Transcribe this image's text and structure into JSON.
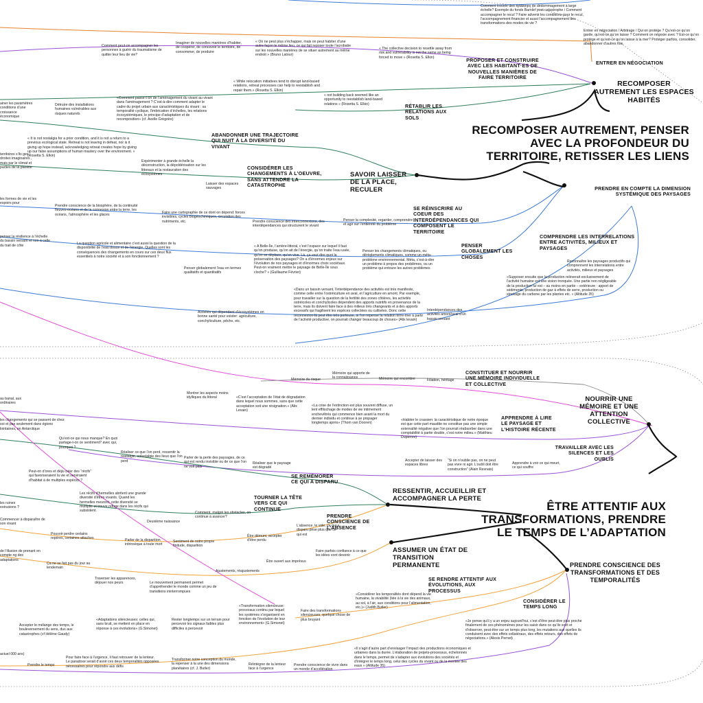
{
  "titles": {
    "recomposer": "RECOMPOSER AUTREMENT, PENSER AVEC LA PROFONDEUR DU TERRITOIRE, RETISSER LES LIENS",
    "attentif": "ÊTRE ATTENTIF AUX TRANSFORMATIONS, PRENDRE LE TEMPS DE L’ADAPTATION"
  },
  "branches": {
    "espaces": "RECOMPOSER AUTREMENT LES ESPACES HABITÉS",
    "systemique": "PRENDRE EN COMPTE LA DIMENSION SYSTÉMIQUE DES PAYSAGES",
    "savoir": "SAVOIR LAISSER DE LA PLACE, RECULER",
    "memoire": "NOURRIR UNE MÉMOIRE ET UNE ATTENTION COLLECTIVE",
    "ressentir": "RESSENTIR, ACCUEILLIR ET ACCOMPAGNER LA PERTE",
    "transition": "ASSUMER UN ÉTAT DE TRANSITION PERMANENTE",
    "conscience": "PRENDRE CONSCIENCE DES TRANSFORMATIONS ET DES TEMPORALITÉS"
  },
  "subs": {
    "negociation": "ENTRER EN NÉGOCIATION",
    "proposer": "PROPOSER ET CONSTRUIRE AVEC LES HABITANT·ES DE NOUVELLES MANIÈRES DE FAIRE TERRITOIRE",
    "retablir": "RÉTABLIR LES RELATIONS AUX SOLS",
    "abandonner": "ABANDONNER UNE TRAJECTOIRE QUI NUIT À LA DIVERSITÉ DU VIVANT",
    "considerer": "CONSIDÉRER LES CHANGEMENTS À L’OEUVRE, SANS ATTENDRE LA CATASTROPHE",
    "reinscrire": "SE RÉINSCRIRE AU COEUR DES INTERDÉPENDANCES QUI COMPOSENT LE TERRITOIRE",
    "globalement": "PENSER GLOBALEMENT LES CHOSES",
    "interrelations": "COMPRENDRE LES INTERRELATIONS ENTRE ACTIVITÉS, MILIEUX ET PAYSAGES",
    "constituer": "CONSTITUER ET NOURRIR UNE MÉMOIRE INDIVIDUELLE ET COLLECTIVE",
    "apprendre": "APPRENDRE À LIRE LE PAYSAGE ET L’HISTOIRE RÉCENTE",
    "silences": "TRAVAILLER AVEC LES SILENCES ET LES OUBLIS",
    "rememorer": "SE REMÉMORER CE QUI A DISPARU",
    "tourner": "TOURNER LA TÊTE VERS CE QUI CONTINUE",
    "absence": "PRENDRE CONSCIENCE DE L’ABSENCE",
    "evolutions": "SE RENDRE ATTENTIF AUX ÉVOLUTIONS, AUX PROCESSUS",
    "tempslong": "CONSIDÉRER LE TEMPS LONG"
  },
  "notes": {
    "n01": "Comment trouver des systèmes de dédommagement à large échelle? Exemple du fonds Barnier post catastrophe / Comment accompagner le recul ? Faire advenir les conditions pour le recul, l’accompagnement financier et aussi l’accompagnement des transformations des modes de vie ?",
    "n02": "Entrer en négociation / Arbitrage / Qui on protège ? Qu’est-ce qu’on garde, qu’est-ce qu’on laisse ? Comment on négocie avec ? Est-ce qu’on protège et qu’est-ce qu’on laisse à la mer? Protéger parfois, consolider, abandonner d’autres fois.",
    "n03": "Comment peut-on accompagner les personnes à guérir du traumatisme de quitter leur lieu de vie?",
    "n04": "Imaginer de nouvelles manières d’habiter, de coopérer, de concevoir le territoire, de consommer, de produire",
    "n05": "« On ne peut plus s’échapper, mais on peut habiter d’une autre façon le même lieu, ce qui fait reposer toute l’acrobatie sur les nouvelles manières de se situer autrement au même endroit » (Bruno Latour)",
    "n06": "« The collective decision to resettle away from risk and vulnerability is not the same as being forced to move » (Rosetta S. Elkin)",
    "n07": "« While relocation initiatives tend to disrupt land-based relations, retreat processes can help to reestablish and repair them.» (Rosetta S. Elkin)",
    "n08": "« not building back seemed like an opportunity to reestablish land-based relations » (Rosetta S. Elkin)",
    "n09": "«Comment passe-t-on de l’aménagement du vivant au vivant dans l’aménagement ? C’est-à-dire comment adapter le cadre du projet urbain aux caractéristiques du vivant : sa temporalité cyclique, l’imbrication d’échelles, les relations écosystémiques, le principe d’adaptation et de recomposition» (cf. Axelle Grégoire)",
    "n10": "Détruire des installations humaines vulnérables aux risques naturels",
    "n11": "ainer les paramètres conditions d’une croissance économique",
    "n12": "« It is not nostalgia for a prior condition, and it is not a return to a previous ecological state. Retreat is not leaving in defeat, nor is it giving up hope instead, acknowledging retreat creates hope by giving up our false assumptions of human mastery over the environment. » (Rosetta S. Elkin)",
    "n13": "Expérimenter à grande échelle la déconstruction, la dépoldérisation sur les littoraux et la restauration des écosystèmes",
    "n14": "Laisser des espaces sauvages",
    "n15": "territoires s’ils ges droites imaginaires , mais par le climat et parties de la planète",
    "n16": "les formes de vie et les espoirs pour",
    "n17": "Prendre conscience de la biosphère, de la continuité fleuves-océans et de la connexion entre la terre, les océans, l’atmosphère et les glaces",
    "n18": "Faire une cartographie de ce dont on dépend: forces invisibles, cycles biogéochimiques, circulation des nutriments, etc.",
    "n19": "Prendre conscience des interconnexions, des interdépendances qui structurent le vivant",
    "n20": "Penser la complexité, regarder, comprendre et agir sur l’entiereté du problème",
    "n21": "penser la résilience à l’échelle du bassin versant et non à celle du trait de côte",
    "n22": "La question agricole et alimentaire c’est aussi la question de la disponibilité de l’eau douce et de l’énergie. Quelles sont les conséquences des changements en cours sur ces deux flux essentiels à notre société et à son fonctionnement ?",
    "n23": "« A Belle-Île, l’arrière-littoral, c’est l’espace sur lequel il faut qu’on produise, qu’on ait de l’énergie, qu’on traite l’eau usée, qu’on se déplace, qu’on vive. Là, ça veut dire quoi la préservation des paysages? On a d’énormes enjeux sur l’évolution de nos paysages et d’énormes choix sociétaux. Peut-on vraiment mettre le paysage de Belle-Île sous cloche? » (Guillaume Février)",
    "n24": "Penser les changements climatiques, ou dérèglements climatiques, comme un méta-problème environnemental. Méta, c’est-à-dire un problème à propos des problèmes, ou un problème qui entoure les autres problèmes",
    "n25": "Penser globalement l’eau en termes qualitatifs et quantitatifs",
    "n26": "Reconnaître les paysages productifs qui comprennent les interrelations entre activités, milieux et paysages",
    "n27": "«Supposer ensuite que la production relèverait exclusivement de l’activité humaine est une vision tronquée. Une partie non négligeable de la production lui est – au moins en partie – extérieure : apport de sédiments, production de gaz à effets de serre, production ou stockage du carbone par les plantes etc. » (Altitude 35)",
    "n28": "«Dans un bassin versant, l’interdépendance des activités est très manifeste, comme celle entre l’ostréiculture en aval, et l’agriculture en amont. Par exemple, pour travailler sur la question de la fertilité des zones côtières, les activités ostréicoles et conchylicoles dépendent des apports nutritifs en provenance de la terre, mais ils doivent faire face à des milieux très changeants et à des apports excessifs qui fragilisent les espèces collectées ou cultivées. Donc cette reconnexion-là peut être très porteuse, si l’on repense la relation terre-mer à partir de l’activité productive, on pourrait changer beaucoup de choses» (Alix levain)",
    "n29": "Activités qui dépendent d’écosystèmes en bonne santé pour exister: agriculture, conchyliculture, pêche, etc.",
    "n30": "Interdépendances des activités amont/aval d’un bassin versant",
    "n31": "Mémoire du risque",
    "n32": "Mémoire qui apporte de la connaissance",
    "n33": "Mémoire qui encombre",
    "n34": "Filiation, héritage",
    "n35": "Montrer les aspects moins idylliques du littoral",
    "n36": "«C’est l’acceptation de l’état de dégradation dans lequel nous sommes, sans que cette acceptation soit une résignation.» (Alix Levain)",
    "n37": "«La crise de l’extinction est plus souvent diffuse, un lent effilochage de modes de vie intimement enchevêtrés qui commence bien avant la mort du dernier individu et continue à se propager longtemps après» (Thom van Dooren)",
    "n38": "«Habiter le crassien: la caractéristique de notre époque est que cette part maudite ne constitue pas une simple externalité négative que l’on pourrait réabsorber dans une comptabilité à partie double, c’est notre milieu.» (Matthieu Duperrex)",
    "n39": "les changements qui se passent de chez soi et pas seulement dans égions lointaines, en Antarctique",
    "n40": "Qu’est-ce qui nous manque? En quoi partage-t-on ce sentiment? avec qui, pourquoi ?",
    "n41": "Réaliser ce que l’on perd, ressentir la nostalgie, solastalgie des lieux que l’on perd",
    "n42": "Parler de la perte des paysages, de ce qui est rendu invisible ou de ce que l’on ne voit plus",
    "n43": "Réaliser que le paysage est dégradé",
    "n44": "Accepter de laisser des espaces libres",
    "n45": "“Si on n’oublie pas, on ne peut pas vivre ni agir. L’oubli doit être construction” (Alain Resnais)",
    "n46": "Apprendre à voir ce qui meurt, ce qui souffre",
    "n47": "Peut-on d’ores et déjà créer des “récifs” qui favoriseraient la vie et serviraient d’habitat à de multiples espèces ?",
    "n48": "Les récifs d’hermelles abritent une grande diversité d’êtres vivants. Quand les hermelles meurent, cette diversité se multiplie et trouve refuge dans les récifs qui subsistent.",
    "n49": "Deuxième naissance",
    "n50": "Comment, malgré les obstacles, on continue à avancer?",
    "n51": "Commencer à disparaître de son vivant",
    "n52": "Pouvoir perdre certains repères, certaines attaches",
    "n53": "Parler de la disparition intrinsèque à toute mort",
    "n54": "Sentiment de notre propre finitude, disparition",
    "n55": "Être démuni, accepter d’être perdu",
    "n56": "L’absence, le vide, ce qui a disparu pèse plus que ce qui est",
    "n57": "Être ouvert aux imprévus",
    "n58": "Faire parfois confiance à ce que les idées vont devenir",
    "n59": "Ajustements, réajustements",
    "n60": "Traverser les apparences, déjouer nos peurs",
    "n61": "Le mouvement permanent permet d’appréhender le monde comme un jeu de transitions ininterrompues",
    "n62": "Ça ne se fait pas du jour au lendemain",
    "n63": "«Considérer les temporalités dont dépend la vie humaine, la vivabilité (liée à la vie des animaux, au sol, à l’air, aux conditions pour l’alimentation, etc.)» (Judith Butler)",
    "n64": "«Je pense qu’il y a un enjeu aujourd’hui, c’est d’être peut-être plus proche finalement de ces phénomènes pour les saisir dans ce qu’ils sont et d’observer, peut-être sur un temps plus long, les mutations aux quelles ils conduisent avec des effets collatéraux, des effets retours, des effets de négociations.» (Alexis Pernet)",
    "n65": "«Transformation silencieuse: processus continu par lequel les systèmes s’organisent en fonction de l’évolution de leur environnement» (G.Simonet)",
    "n66": "Faire des transformations silencieuses, quelque chose de plus bruyant",
    "n67": "Rester longtemps sur un terrain pour percevoir les signaux faibles plus difficiles à percevoir",
    "n68": "«Adaptations silencieuses: celles qui, sans bruit, se mettent en place en réponse à ces évolutions» (G.Simonet)",
    "n69": "Accepter le mélange des temps, le bouleversement du sens, dus aux catastrophes (cf Hélène Gaudy)",
    "n70": "«Il s’agit d’autre part d’envisager l’impact des productions économiques et urbaines dans la durée. L’élaboration de projets-processus, échelonnés dans le temps, permet de s’adapter aux évolutions des sociétés et d’intégrer le temps long, celui des cycles du vivant ou de la montée des eaux » (Altitude 35)",
    "n71": "Pour faire face à l’urgence, il faut retrouver de la lenteur. Le paradoxe serait d’avoir ces deux temporalités opposées nécessaires pour répondre aux défis",
    "n72": "Transformer notre conception du monde, la repenser à la une des dimensions planétaires (cf. J. Butler)",
    "n73": "Réintégrer de la lenteur face à l’urgence",
    "n74": "Prendre conscience de vivre dans un monde d’accélération",
    "n75": "Prendre le temps",
    "n76": "de l’illusion de prenant en compte ng des adaptations",
    "n77": "au banal, aux ordinaires",
    "n78": "les ruines estrusions ?",
    "n79": "actuel 000 ans)"
  },
  "colors": {
    "green": "#2e7d5b",
    "blue": "#3b79d6",
    "purple": "#9a4fd8",
    "magenta": "#e24ad8",
    "orange": "#f2a23a",
    "orange_dark": "#e8822a",
    "black": "#111111",
    "dotted": "#777777"
  }
}
